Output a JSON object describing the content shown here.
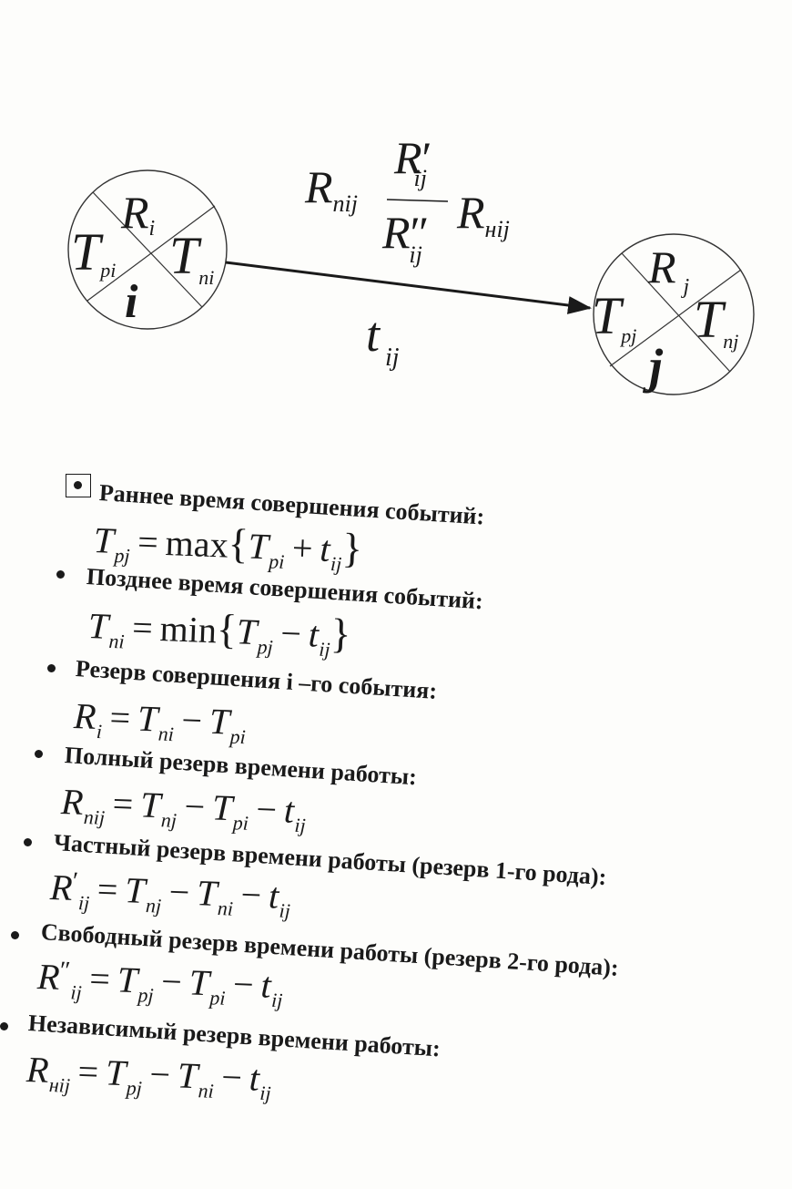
{
  "diagram": {
    "event_i": {
      "center": "i",
      "top": {
        "base": "R",
        "sub": "i"
      },
      "left": {
        "base": "T",
        "sub": "pi"
      },
      "right": {
        "base": "T",
        "sub": "ni"
      }
    },
    "event_j": {
      "center": "j",
      "top": {
        "base": "R",
        "sub": "j"
      },
      "left": {
        "base": "T",
        "sub": "pj"
      },
      "right": {
        "base": "T",
        "sub": "nj"
      }
    },
    "arrow_labels": {
      "left": {
        "base": "R",
        "sub": "nij"
      },
      "frac_num": {
        "base": "R",
        "prime": "′",
        "sub": "ij"
      },
      "frac_den": {
        "base": "R",
        "prime": "″",
        "sub": "ij"
      },
      "right": {
        "base": "R",
        "sub": "нij"
      },
      "duration": {
        "base": "t",
        "sub": "ij"
      }
    }
  },
  "items": [
    {
      "heading": "Раннее время совершения событий:",
      "bullet_style": "checkbox",
      "formula": {
        "lhs": "T",
        "lhs_sub": "pj",
        "func": "max",
        "t1": "T",
        "t1_sub": "pi",
        "op": "+",
        "t2": "t",
        "t2_sub": "ij"
      }
    },
    {
      "heading": "Позднее время совершения событий:",
      "bullet_style": "dot",
      "formula": {
        "lhs": "T",
        "lhs_sub": "ni",
        "func": "min",
        "t1": "T",
        "t1_sub": "pj",
        "op": "−",
        "t2": "t",
        "t2_sub": "ij"
      }
    },
    {
      "heading": "Резерв совершения i –го события:",
      "bullet_style": "dot",
      "formula": {
        "lhs": "R",
        "lhs_sub": "i",
        "t1": "T",
        "t1_sub": "ni",
        "t2": "T",
        "t2_sub": "pi"
      }
    },
    {
      "heading": "Полный резерв времени работы:",
      "bullet_style": "dot",
      "formula": {
        "lhs": "R",
        "lhs_sub": "nij",
        "t1": "T",
        "t1_sub": "nj",
        "t2": "T",
        "t2_sub": "pi",
        "t3": "t",
        "t3_sub": "ij"
      }
    },
    {
      "heading": "Частный резерв времени работы (резерв 1-го рода):",
      "bullet_style": "dot",
      "formula": {
        "lhs": "R",
        "lhs_prime": "′",
        "lhs_sub": "ij",
        "t1": "T",
        "t1_sub": "nj",
        "t2": "T",
        "t2_sub": "ni",
        "t3": "t",
        "t3_sub": "ij"
      }
    },
    {
      "heading": "Свободный резерв времени работы (резерв 2-го рода):",
      "bullet_style": "dot",
      "formula": {
        "lhs": "R",
        "lhs_prime": "″",
        "lhs_sub": "ij",
        "t1": "T",
        "t1_sub": "pj",
        "t2": "T",
        "t2_sub": "pi",
        "t3": "t",
        "t3_sub": "ij"
      }
    },
    {
      "heading": "Независимый резерв времени работы:",
      "bullet_style": "dot",
      "formula": {
        "lhs": "R",
        "lhs_sub": "нij",
        "t1": "T",
        "t1_sub": "pj",
        "t2": "T",
        "t2_sub": "ni",
        "t3": "t",
        "t3_sub": "ij"
      }
    }
  ]
}
